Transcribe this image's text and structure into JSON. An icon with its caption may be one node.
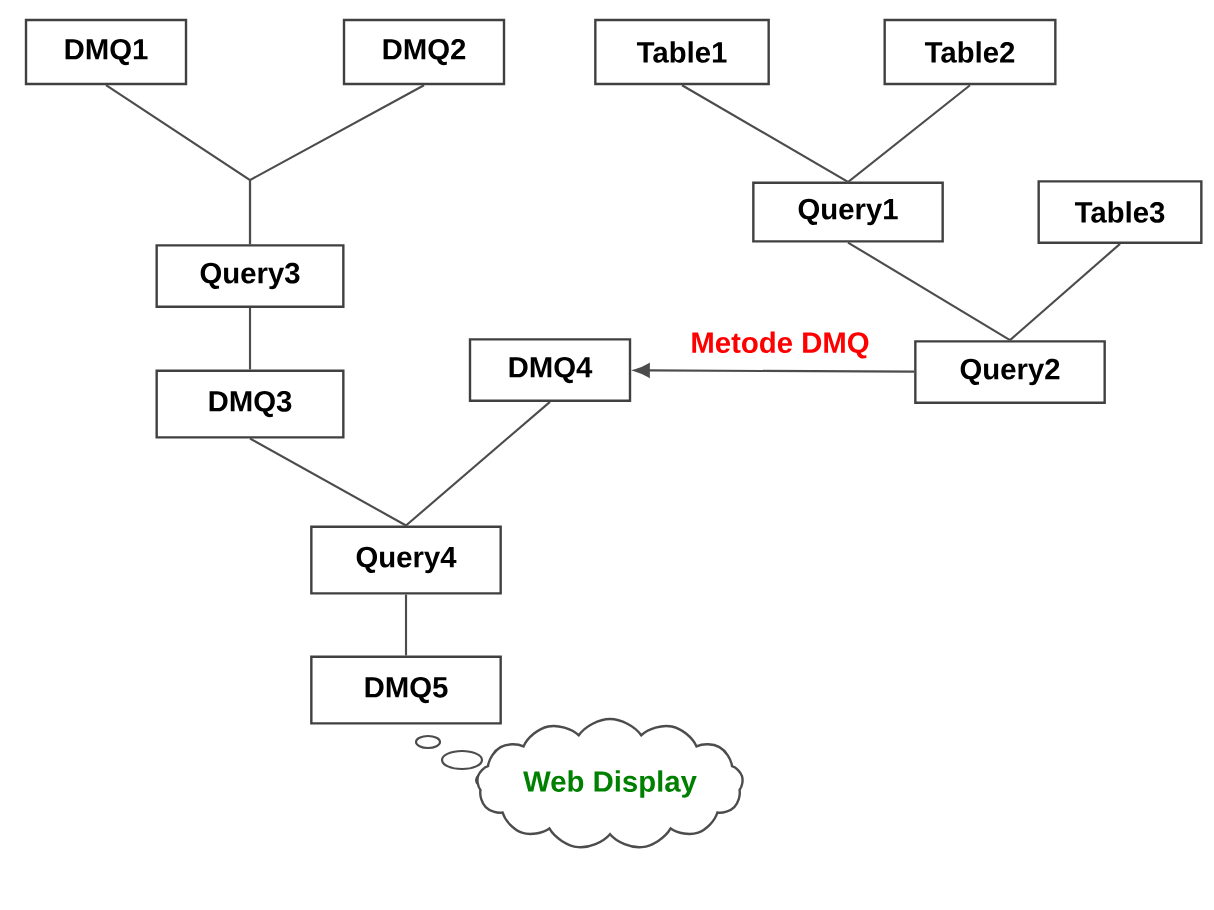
{
  "diagram": {
    "nodes": [
      {
        "text": [
          "DMQ1"
        ]
      },
      {
        "text": [
          "DMQ2"
        ]
      },
      {
        "text": [
          "Table1"
        ]
      },
      {
        "text": [
          "Table2"
        ]
      },
      {
        "text": [
          "Query3"
        ]
      },
      {
        "text": [
          "Query1"
        ]
      },
      {
        "text": [
          "Table3"
        ]
      },
      {
        "text": [
          "DMQ3"
        ]
      },
      {
        "text": [
          "DMQ4"
        ]
      },
      {
        "text": [
          "Query2"
        ]
      },
      {
        "text": [
          "Query4"
        ]
      },
      {
        "text": [
          "DMQ5"
        ]
      },
      {
        "text": [
          "Web Display"
        ]
      }
    ],
    "edges": [
      {
        "from": 0,
        "to": 4,
        "arrow": "none"
      },
      {
        "from": 1,
        "to": 4,
        "arrow": "none"
      },
      {
        "from": 2,
        "to": 5,
        "arrow": "none"
      },
      {
        "from": 3,
        "to": 5,
        "arrow": "none"
      },
      {
        "from": 5,
        "to": 9,
        "arrow": "none"
      },
      {
        "from": 6,
        "to": 9,
        "arrow": "none"
      },
      {
        "from": 4,
        "to": 7,
        "arrow": "none"
      },
      {
        "from": 7,
        "to": 10,
        "arrow": "none"
      },
      {
        "from": 8,
        "to": 10,
        "arrow": "none"
      },
      {
        "from": 10,
        "to": 11,
        "arrow": "none"
      },
      {
        "from": 9,
        "to": 8,
        "arrow": "to",
        "label": "Metode DMQ"
      }
    ]
  }
}
